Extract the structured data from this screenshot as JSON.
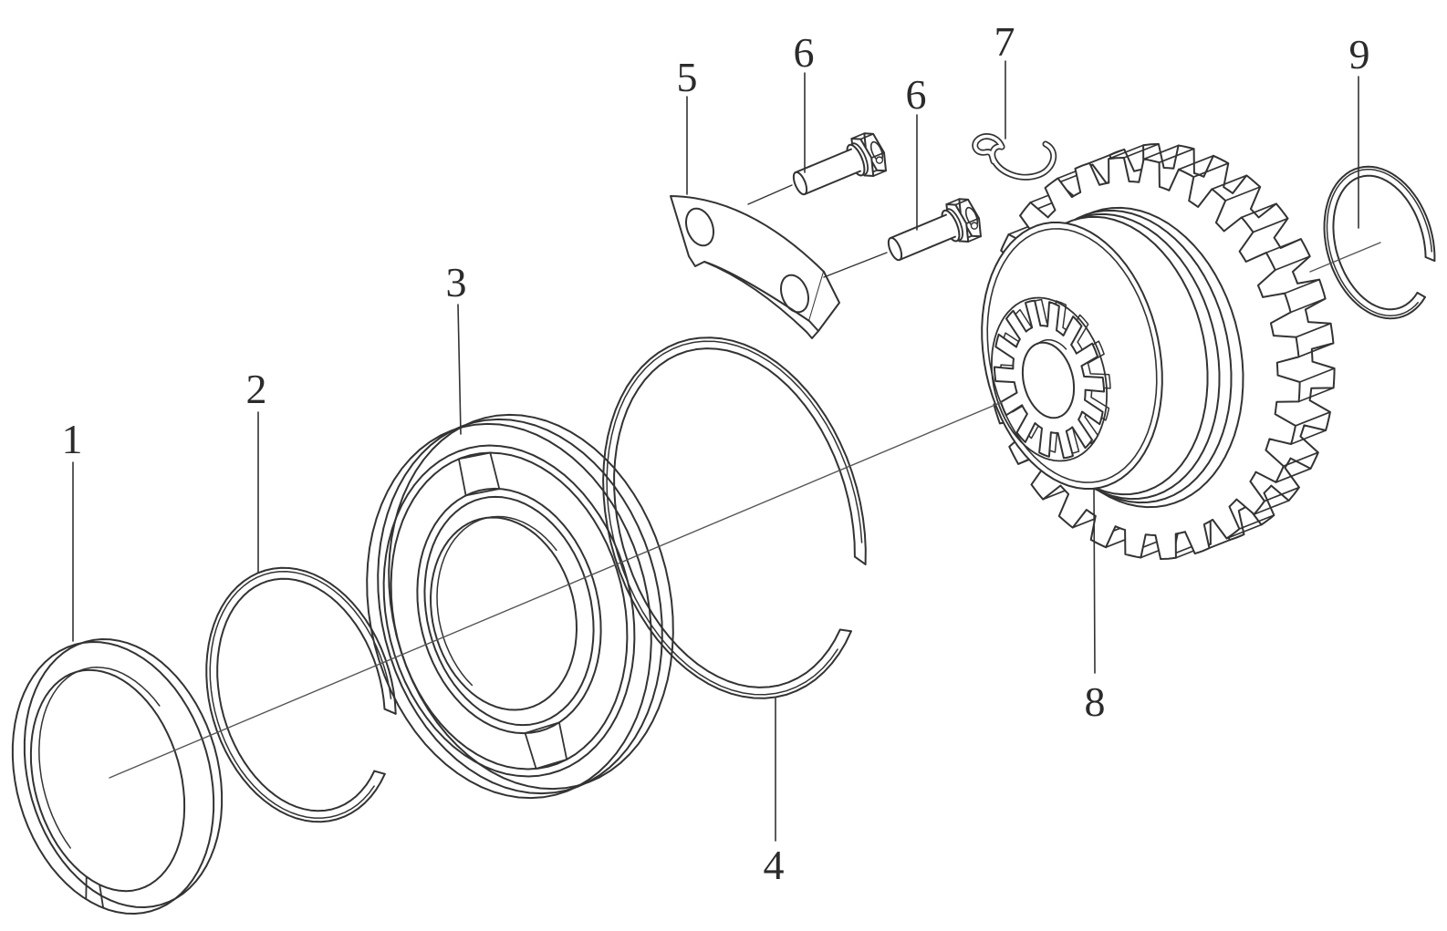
{
  "figure": {
    "kind": "exploded-assembly-line-drawing",
    "background": "#ffffff"
  },
  "colors": {
    "line": "#333333",
    "leader": "#333333",
    "centerline": "#555555",
    "label": "#2b2b2b",
    "fill": "#ffffff"
  },
  "callouts": [
    {
      "label": "1"
    },
    {
      "label": "2"
    },
    {
      "label": "3"
    },
    {
      "label": "4"
    },
    {
      "label": "5"
    },
    {
      "label": "6"
    },
    {
      "label": "6"
    },
    {
      "label": "7"
    },
    {
      "label": "8"
    },
    {
      "label": "9"
    }
  ]
}
